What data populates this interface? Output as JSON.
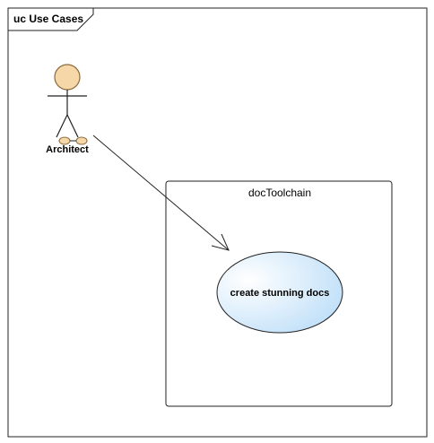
{
  "frame": {
    "title": "uc Use Cases"
  },
  "actor": {
    "name": "Architect",
    "head_color": "#f6d7a7",
    "head_stroke": "#8a6b3c"
  },
  "system_boundary": {
    "name": "docToolchain"
  },
  "use_case": {
    "label": "create stunning docs",
    "fill_light": "#ffffff",
    "fill_dark": "#b9dcf8"
  },
  "association": {
    "from": "Architect",
    "to": "create stunning docs",
    "navigable": true
  }
}
